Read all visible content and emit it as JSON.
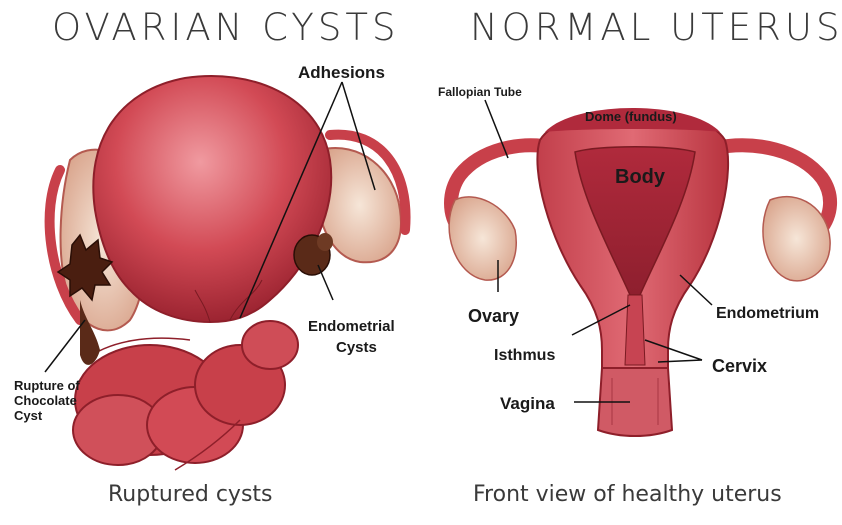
{
  "titles": {
    "left": "OVARIAN CYSTS",
    "right": "NORMAL UTERUS"
  },
  "captions": {
    "left": "Ruptured cysts",
    "right": "Front view of healthy uterus"
  },
  "labels_left": {
    "adhesions": "Adhesions",
    "endometrial_line1": "Endometrial",
    "endometrial_line2": "Cysts",
    "rupture_line1": "Rupture of",
    "rupture_line2": "Chocolate",
    "rupture_line3": "Cyst"
  },
  "labels_right": {
    "fallopian": "Fallopian Tube",
    "dome": "Dome (fundus)",
    "body": "Body",
    "ovary": "Ovary",
    "endometrium": "Endometrium",
    "isthmus": "Isthmus",
    "cervix": "Cervix",
    "vagina": "Vagina"
  },
  "colors": {
    "tissue": "#c8404a",
    "tissue_light": "#e07a80",
    "tissue_dark": "#8e1f2a",
    "ovary": "#e8c9b4",
    "cyst": "#5a2a18"
  }
}
